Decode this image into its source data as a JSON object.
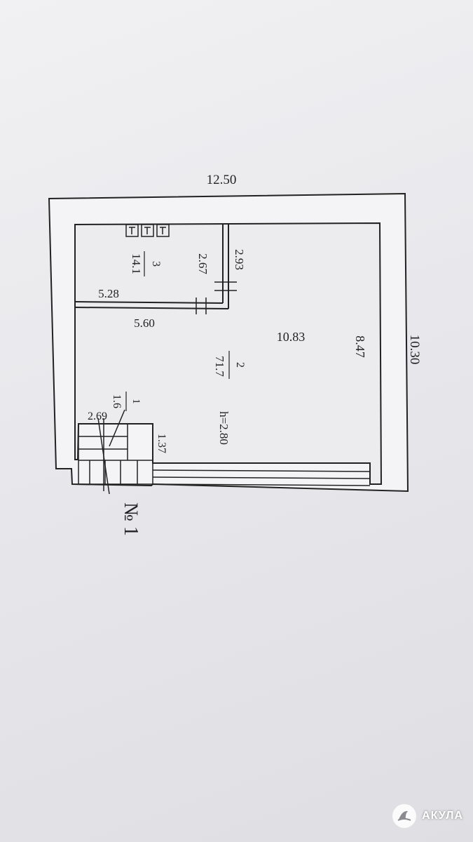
{
  "plan": {
    "overall_width": "12.50",
    "overall_length": "10.30",
    "interior_length": "10.83",
    "interior_width": "8.47",
    "room3": {
      "number": "3",
      "area": "14.1",
      "width": "5.28",
      "depth": "2.67"
    },
    "room2": {
      "number": "2",
      "area": "71.7",
      "height": "h=2.80"
    },
    "room1": {
      "number": "1",
      "area": "1.6",
      "width": "2.69",
      "depth": "1.37"
    },
    "wall_segment_a": "2.93",
    "wall_segment_b": "5.60",
    "sheet_label": "№ 1"
  },
  "watermark": {
    "text": "АКУЛА"
  },
  "colors": {
    "ink": "#222222",
    "wall_fill": "#f3f3f5",
    "page": "#e6e6ea"
  }
}
